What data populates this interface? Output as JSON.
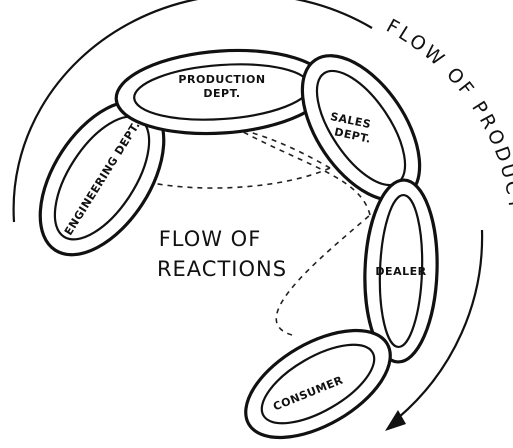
{
  "diagram": {
    "chain_links": {
      "engineering": "ENGINEERING DEPT.",
      "production": [
        "PRODUCTION",
        "DEPT."
      ],
      "sales": [
        "SALES",
        "DEPT."
      ],
      "dealer": "DEALER",
      "consumer": "CONSUMER"
    },
    "reactions_label": [
      "FLOW OF",
      "REACTIONS"
    ],
    "product_label": "FLOW OF PRODUCT"
  }
}
